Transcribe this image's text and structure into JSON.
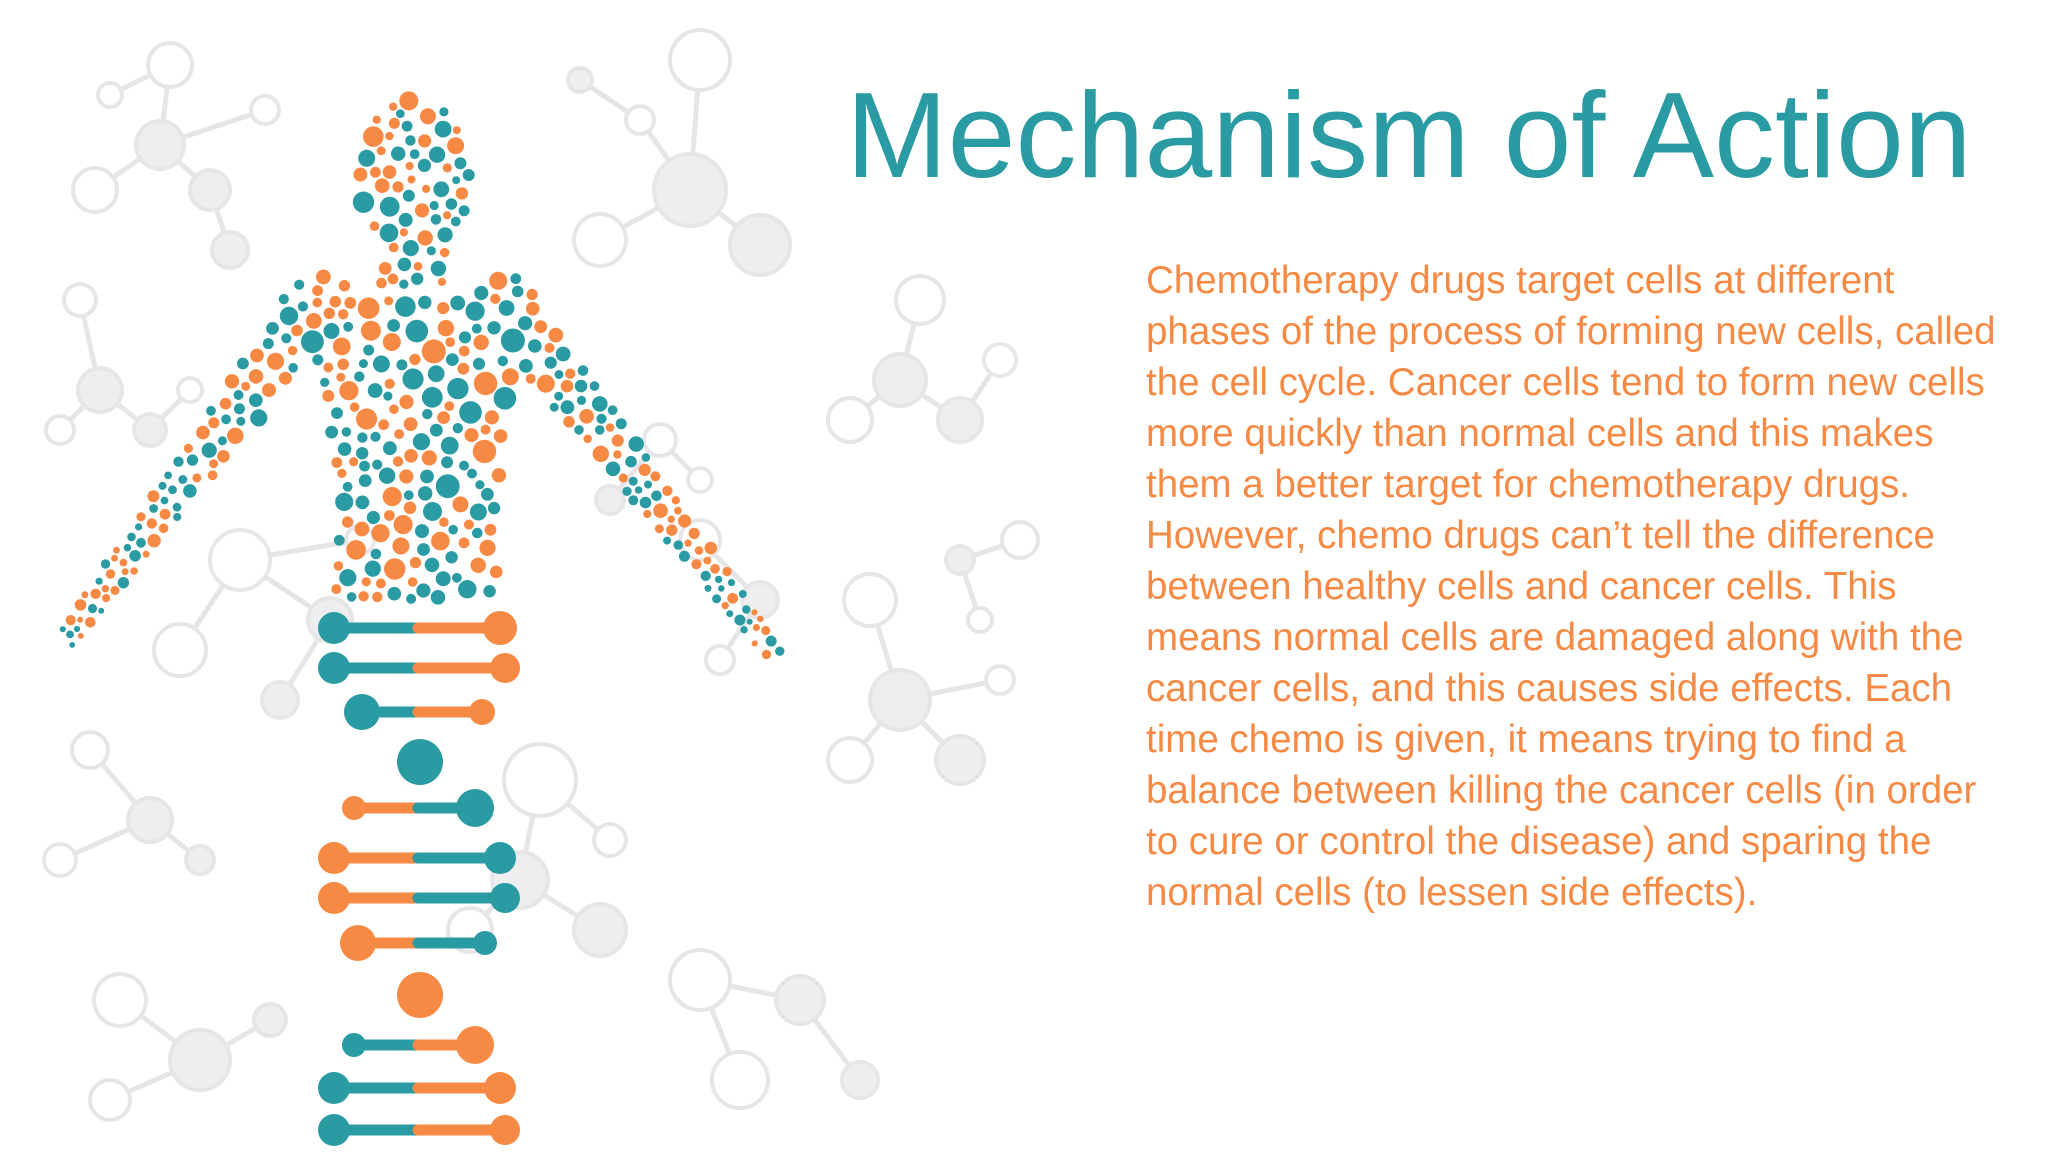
{
  "slide": {
    "title": "Mechanism of Action",
    "body": "Chemotherapy drugs target cells at different phases of the process of forming new cells, called the cell cycle. Cancer cells tend to form new cells more quickly than normal cells and this makes them a better target for chemotherapy drugs. However, chemo drugs can’t tell the difference between healthy cells and cancer cells. This means normal cells are damaged along with the cancer cells, and this causes side effects. Each time chemo is given, it means trying to find a balance between killing the cancer cells (in order to cure or control the disease) and sparing the normal cells (to lessen side effects)."
  },
  "illustration": {
    "figure_icon": "human-figure-made-of-dots",
    "dna_icon": "dna-double-helix",
    "background_icon": "molecule-network"
  },
  "colors": {
    "teal": "#2a9aa3",
    "orange": "#f68a45",
    "background": "#ffffff",
    "molecule_line": "#e6e6e8",
    "molecule_fill": "#eeeef0"
  }
}
